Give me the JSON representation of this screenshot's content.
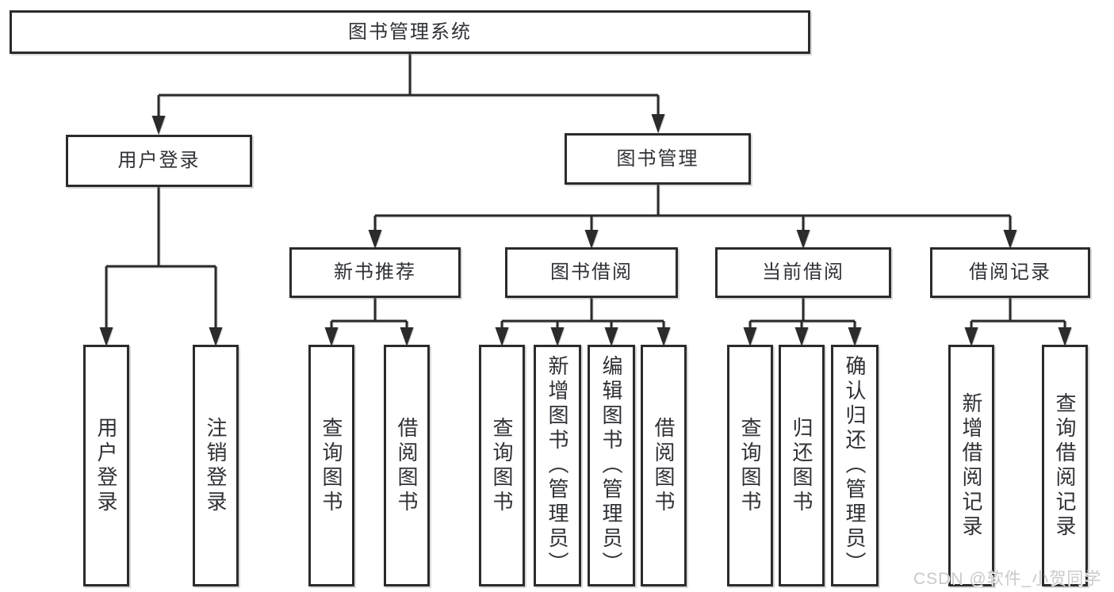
{
  "tree": {
    "root": {
      "label": "图书管理系统",
      "children": [
        {
          "label": "用户登录",
          "children": [
            {
              "label": "用户登录"
            },
            {
              "label": "注销登录"
            }
          ]
        },
        {
          "label": "图书管理",
          "children": [
            {
              "label": "新书推荐",
              "children": [
                {
                  "label": "查询图书"
                },
                {
                  "label": "借阅图书"
                }
              ]
            },
            {
              "label": "图书借阅",
              "children": [
                {
                  "label": "查询图书"
                },
                {
                  "label": "新增图书（管理员）"
                },
                {
                  "label": "编辑图书（管理员）"
                },
                {
                  "label": "借阅图书"
                }
              ]
            },
            {
              "label": "当前借阅",
              "children": [
                {
                  "label": "查询图书"
                },
                {
                  "label": "归还图书"
                },
                {
                  "label": "确认归还（管理员）"
                }
              ]
            },
            {
              "label": "借阅记录",
              "children": [
                {
                  "label": "新增借阅记录"
                },
                {
                  "label": "查询借阅记录"
                }
              ]
            }
          ]
        }
      ]
    }
  },
  "watermark": {
    "text": "CSDN @软件_小贺同学",
    "color": "#c9c9c9"
  },
  "colors": {
    "line": "#2b2b2b",
    "box_background": "#ffffff",
    "text": "#2f3136"
  }
}
